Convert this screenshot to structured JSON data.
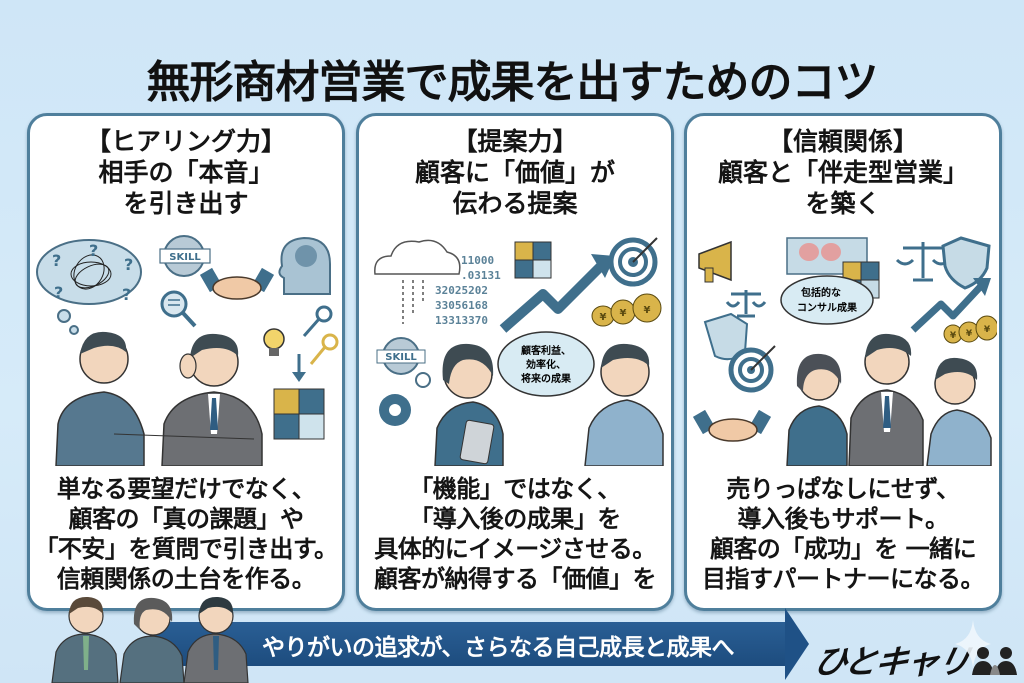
{
  "title": "無形商材営業で成果を出すためのコツ",
  "colors": {
    "background": "#d3e9f8",
    "card_border": "#4f7f9c",
    "banner": "#1f5186",
    "accent_gold": "#d9b44a",
    "accent_slate": "#3f6f8c"
  },
  "cards": [
    {
      "heading_lines": [
        "【ヒアリング力】",
        "相手の「本音」",
        "を引き出す"
      ],
      "illustration": {
        "icons": [
          "thought-bubble-question-icon",
          "skill-gear-icon",
          "handshake-icon",
          "brain-head-icon",
          "magnifier-icon",
          "lightbulb-icon",
          "key-icon",
          "puzzle-icon"
        ],
        "skill_label": "SKILL"
      },
      "body_lines": [
        "単なる要望だけでなく、",
        "顧客の「真の課題」や",
        "「不安」を質問で引き出す。",
        "信頼関係の土台を作る。"
      ]
    },
    {
      "heading_lines": [
        "【提案力】",
        "顧客に「価値」が",
        "伝わる提案"
      ],
      "illustration": {
        "icons": [
          "cloud-icon",
          "puzzle-icon",
          "growth-arrow-icon",
          "target-icon",
          "yen-bag-icon",
          "skill-gear-icon",
          "gear-icon",
          "tablet-icon"
        ],
        "skill_label": "SKILL",
        "data_numbers": [
          "11000",
          ".03131",
          "32025202",
          "33056168",
          "13313370"
        ],
        "speech_bubble_lines": [
          "顧客利益、",
          "効率化、",
          "将来の成果"
        ]
      },
      "body_lines": [
        "「機能」ではなく、",
        "「導入後の成果」を",
        "具体的にイメージさせる。",
        "顧客が納得する「価値」を"
      ]
    },
    {
      "heading_lines": [
        "【信頼関係】",
        "顧客と「伴走型営業」",
        "を築く"
      ],
      "illustration": {
        "icons": [
          "megaphone-icon",
          "brain-icon",
          "puzzle-icon",
          "scales-icon",
          "shield-icon",
          "target-icon",
          "growth-arrow-icon",
          "yen-bag-icon",
          "handshake-icon"
        ],
        "speech_bubble_lines": [
          "包括的な",
          "コンサル成果"
        ]
      },
      "body_lines": [
        "売りっぱなしにせず、",
        "導入後もサポート。",
        "顧客の「成功」を 一緒に",
        "目指すパートナーになる。"
      ]
    }
  ],
  "banner": {
    "text": "やりがいの追求が、さらなる自己成長と成果へ"
  },
  "logo": {
    "text": "ひとキャリ",
    "icon": "people-icon"
  }
}
